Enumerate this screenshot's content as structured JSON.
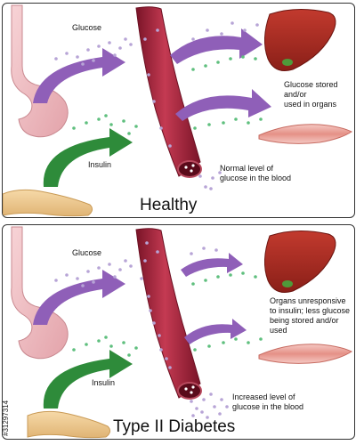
{
  "panels": [
    {
      "id": "healthy",
      "title": "Healthy",
      "glucose_label": "Glucose",
      "insulin_label": "Insulin",
      "organ_note": "Glucose stored\nand/or\nused in organs",
      "blood_note": "Normal level of\nglucose in the blood"
    },
    {
      "id": "type2",
      "title": "Type II Diabetes",
      "glucose_label": "Glucose",
      "insulin_label": "Insulin",
      "organ_note": "Organs unresponsive\nto insulin; less glucose\nbeing stored and/or\nused",
      "blood_note": "Increased level of\nglucose in the blood"
    }
  ],
  "stock_id": "#31297314",
  "colors": {
    "glucose_arrow": "#8f5fb8",
    "insulin_arrow": "#2e8b3a",
    "vessel": "#a3203a",
    "liver": "#a32d23",
    "glucose_dot": "#b7a4d6",
    "insulin_dot": "#5fbf7e"
  }
}
